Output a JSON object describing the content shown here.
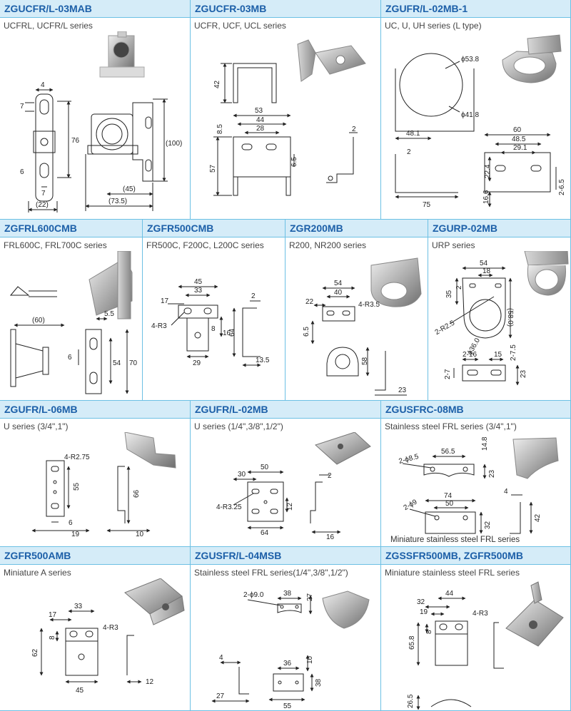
{
  "colors": {
    "header_bg": "#d5ecf8",
    "header_text": "#1c5fa8",
    "border": "#6cc0e4",
    "line": "#222222"
  },
  "cells": [
    {
      "title": "ZGUCFR/L-03MAB",
      "subtitle": "UCFRL, UCFR/L series",
      "dims": [
        "4",
        "7",
        "76",
        "6",
        "7",
        "(22)",
        "(100)",
        "(45)",
        "(73.5)"
      ]
    },
    {
      "title": "ZGUCFR-03MB",
      "subtitle": "UCFR, UCF, UCL  series",
      "dims": [
        "42",
        "53",
        "44",
        "28",
        "8.5",
        "57",
        "6.5",
        "2"
      ]
    },
    {
      "title": "ZGUFR/L-02MB-1",
      "subtitle": "UC, U, UH series (L type)",
      "dims": [
        "ϕ53.8",
        "ϕ41.8",
        "48.1",
        "60",
        "48.5",
        "29.1",
        "2",
        "22.4",
        "16.6",
        "75",
        "2-6.5"
      ]
    },
    {
      "title": "ZGFRL600CMB",
      "subtitle": "FRL600C, FRL700C series",
      "dims": [
        "(60)",
        "5.5",
        "6",
        "54",
        "70"
      ]
    },
    {
      "title": "ZGFR500CMB",
      "subtitle": "FR500C, F200C, L200C series",
      "dims": [
        "45",
        "33",
        "17",
        "4-R3",
        "8",
        "16",
        "64",
        "2",
        "29",
        "13.5"
      ]
    },
    {
      "title": "ZGR200MB",
      "subtitle": "R200, NR200 series",
      "dims": [
        "54",
        "40",
        "22",
        "4-R3.5",
        "6.5",
        "58",
        "23"
      ]
    },
    {
      "title": "ZGURP-02MB",
      "subtitle": "URP series",
      "dims": [
        "54",
        "18",
        "35",
        "2",
        "(58.0)",
        "2-R2.5",
        "ϕ36.0",
        "2-16",
        "15",
        "2-7.5",
        "2-7",
        "23"
      ]
    },
    {
      "title": "ZGUFR/L-06MB",
      "subtitle": "U series  (3/4\",1\")",
      "dims": [
        "4-R2.75",
        "55",
        "66",
        "6",
        "19",
        "10"
      ]
    },
    {
      "title": "ZGUFR/L-02MB",
      "subtitle": "U series  (1/4\",3/8\",1/2\")",
      "dims": [
        "50",
        "30",
        "2",
        "4-R3.25",
        "12",
        "64",
        "16"
      ]
    },
    {
      "title": "ZGUSFRC-08MB",
      "subtitle": "Stainless steel FRL series (3/4\",1\")",
      "note": "Miniature stainless steel FRL series",
      "dims": [
        "56.5",
        "14.8",
        "2-ϕ8.5",
        "23",
        "74",
        "50",
        "4",
        "2-ϕ9",
        "32",
        "42"
      ]
    },
    {
      "title": "ZGFR500AMB",
      "subtitle": "Miniature A series",
      "dims": [
        "33",
        "17",
        "4-R3",
        "62",
        "8",
        "45",
        "12"
      ]
    },
    {
      "title": "ZGUSFR/L-04MSB",
      "subtitle": "Stainless steel FRL series(1/4\",3/8\",1/2\")",
      "dims": [
        "2-ϕ9.0",
        "38",
        "27",
        "4",
        "36",
        "10",
        "38",
        "27",
        "55"
      ]
    },
    {
      "title": "ZGSSFR500MB, ZGFR500MB",
      "subtitle": "Miniature stainless steel FRL series",
      "dims": [
        "44",
        "32",
        "19",
        "4-R3",
        "8",
        "65.8",
        "26.5"
      ]
    }
  ]
}
